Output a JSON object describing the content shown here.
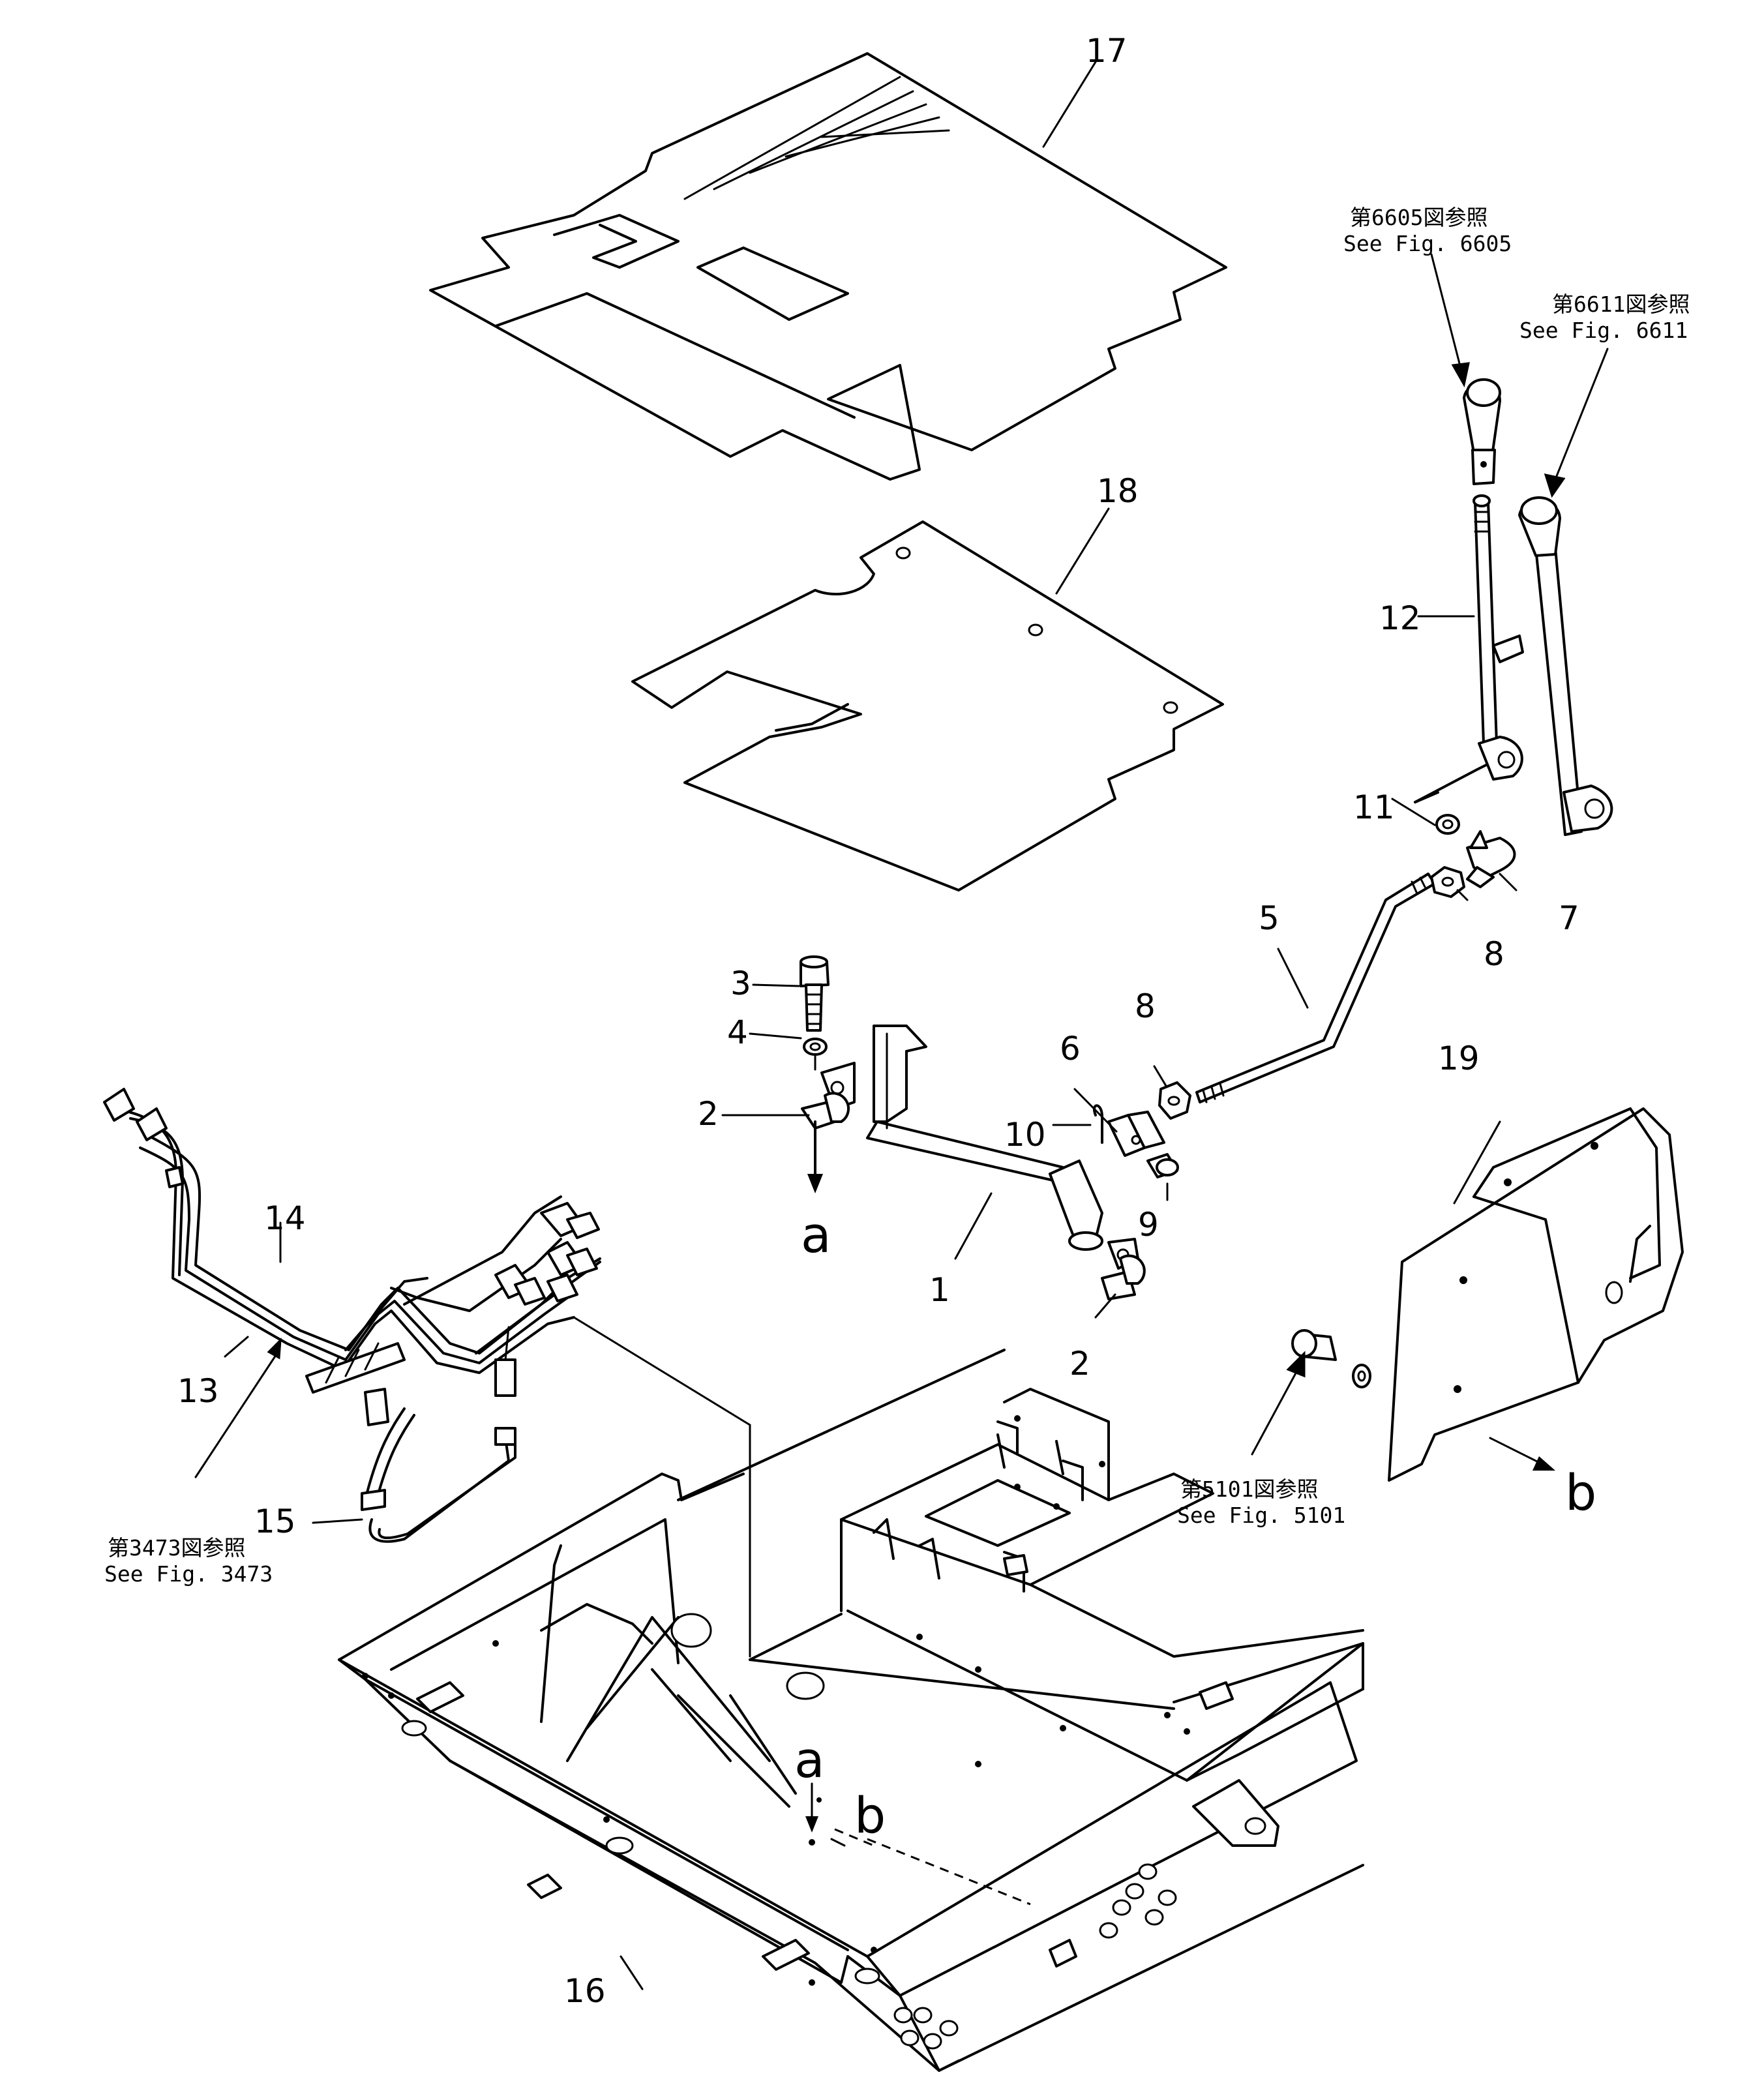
{
  "callouts": {
    "n1": "1",
    "n2a": "2",
    "n2b": "2",
    "n3": "3",
    "n4": "4",
    "n5": "5",
    "n6": "6",
    "n7": "7",
    "n8a": "8",
    "n8b": "8",
    "n9": "9",
    "n10": "10",
    "n11": "11",
    "n12": "12",
    "n13": "13",
    "n14": "14",
    "n15": "15",
    "n16": "16",
    "n17": "17",
    "n18": "18",
    "n19": "19"
  },
  "markers": {
    "a_top": "a",
    "a_bottom": "a",
    "b_right": "b",
    "b_bottom": "b"
  },
  "references": {
    "fig6605_jp": "第6605図参照",
    "fig6605_en": "See Fig. 6605",
    "fig6611_jp": "第6611図参照",
    "fig6611_en": "See Fig. 6611",
    "fig3473_jp": "第3473図参照",
    "fig3473_en": "See Fig. 3473",
    "fig5101_jp": "第5101図参照",
    "fig5101_en": "See Fig. 5101"
  }
}
